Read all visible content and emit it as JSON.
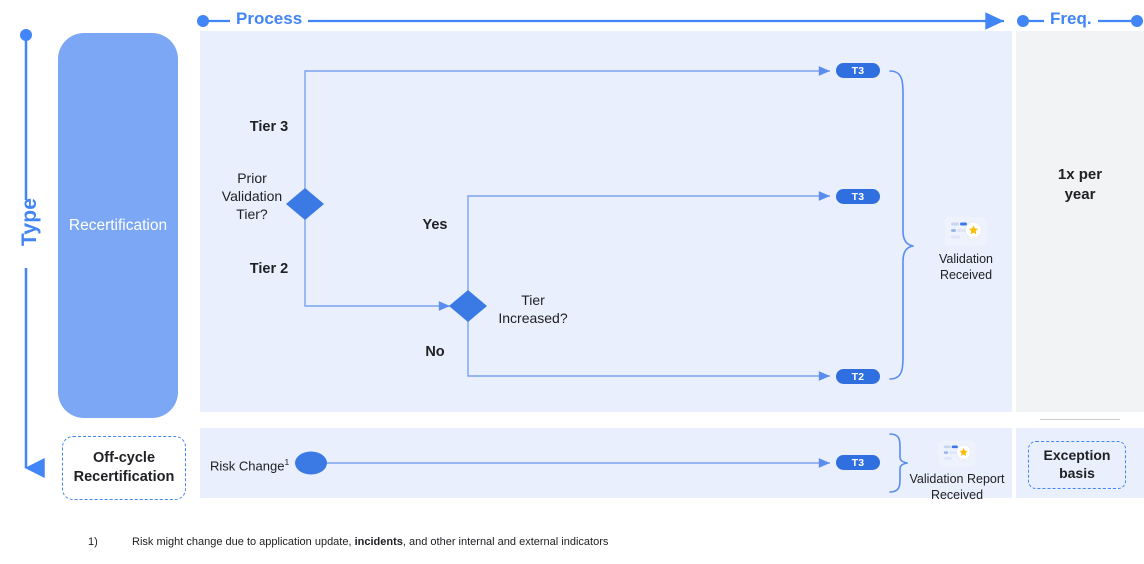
{
  "axes": {
    "vertical_label": "Type",
    "process_label": "Process",
    "freq_label": "Freq."
  },
  "rows": [
    {
      "id": "recertification",
      "label": "Recertification"
    },
    {
      "id": "off-cycle",
      "label_line1": "Off-cycle",
      "label_line2": "Recertification"
    }
  ],
  "flow": {
    "decision_1": {
      "label": "Prior\nValidation\nTier?",
      "line1": "Prior",
      "line2": "Validation",
      "line3": "Tier?"
    },
    "decision_1_branch_top": "Tier 3",
    "decision_1_branch_bottom": "Tier 2",
    "decision_2": {
      "line1": "Tier",
      "line2": "Increased?"
    },
    "decision_2_branch_top": "Yes",
    "decision_2_branch_bottom": "No",
    "badges": [
      {
        "id": "t3-top",
        "text": "T3"
      },
      {
        "id": "t3-mid",
        "text": "T3"
      },
      {
        "id": "t2-bot",
        "text": "T2"
      },
      {
        "id": "t3-offcycle",
        "text": "T3"
      }
    ],
    "outcome_main": {
      "line1": "Validation",
      "line2": "Received",
      "icon": "award-badge-icon"
    },
    "outcome_offcycle": {
      "line1": "Validation Report",
      "line2": "Received",
      "icon": "award-badge-icon"
    },
    "start_node_offcycle": {
      "label": "Risk Change",
      "footnote_marker": "1"
    }
  },
  "frequency": {
    "main_line1": "1x per",
    "main_line2": "year",
    "exception_line1": "Exception",
    "exception_line2": "basis"
  },
  "footnote": {
    "number": "1)",
    "text_before": "Risk might change due to application update, ",
    "text_bold": "incidents",
    "text_after": ", and other internal and external indicators"
  },
  "colors": {
    "accent_blue": "#4285f4",
    "badge_blue": "#2f6fe0",
    "row_blue": "#7ba7f5",
    "panel_blue": "#e9effc",
    "panel_grey": "#f1f3f4",
    "star_yellow": "#fbbc04"
  }
}
